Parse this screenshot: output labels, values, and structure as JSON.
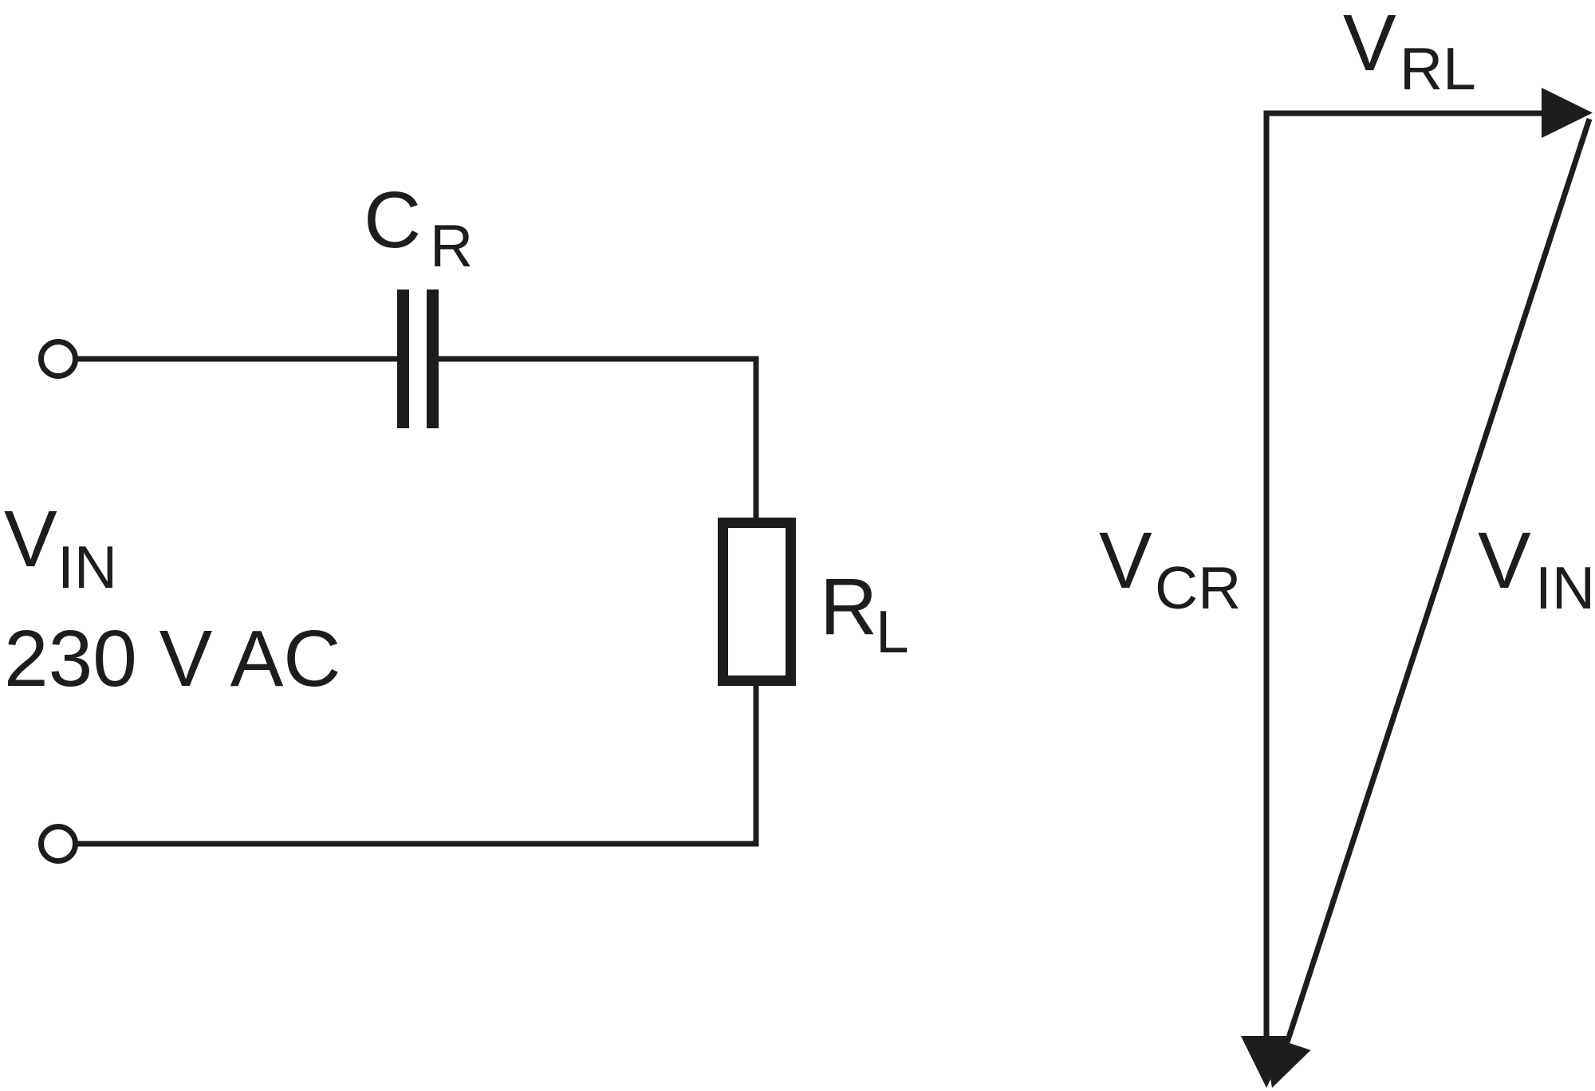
{
  "figure": {
    "description": "Capacitive dropper circuit with load resistor and its voltage phasor diagram",
    "colors": {
      "ink": "#1d1d1b",
      "background": "#ffffff"
    },
    "circuit": {
      "source_label": {
        "base": "V",
        "sub": "IN"
      },
      "source_value": "230 V AC",
      "capacitor_label": {
        "base": "C",
        "sub": "R"
      },
      "resistor_label": {
        "base": "R",
        "sub": "L"
      }
    },
    "phasor": {
      "horizontal_vector_label": {
        "base": "V",
        "sub": "RL"
      },
      "vertical_vector_label": {
        "base": "V",
        "sub": "CR"
      },
      "diagonal_vector_label": {
        "base": "V",
        "sub": "IN"
      }
    }
  }
}
